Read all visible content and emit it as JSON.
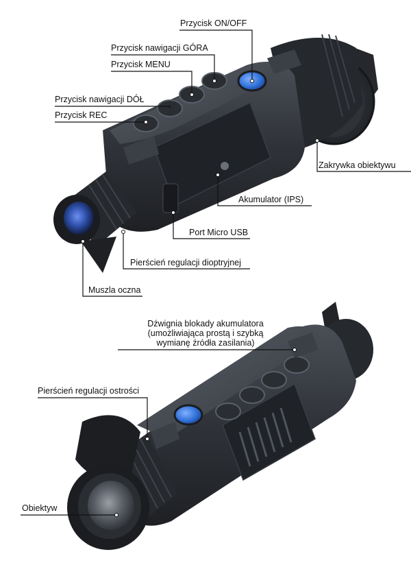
{
  "labels": {
    "on_off": "Przycisk ON/OFF",
    "nav_up": "Przycisk nawigacji GÓRA",
    "menu": "Przycisk MENU",
    "nav_down": "Przycisk nawigacji DÓŁ",
    "rec": "Przycisk REC",
    "lens_cap": "Zakrywka obiektywu",
    "battery": "Akumulator (IPS)",
    "micro_usb": "Port Micro USB",
    "diopter_ring": "Pierścień regulacji dioptryjnej",
    "eyecup": "Muszla oczna",
    "battery_lever_line1": "Dźwignia blokady akumulatora",
    "battery_lever_line2": "(umożliwiająca prostą i szybką",
    "battery_lever_line3": "wymianę źródła zasilania)",
    "focus_ring": "Pierścień regulacji ostrości",
    "lens": "Obiektyw"
  },
  "colors": {
    "body_dark": "#2b2e33",
    "body_mid": "#3a3e45",
    "body_light": "#4d525a",
    "accent_blue": "#2f6fd6",
    "glass_blue": "#2e4fa8",
    "leader": "#111111"
  }
}
